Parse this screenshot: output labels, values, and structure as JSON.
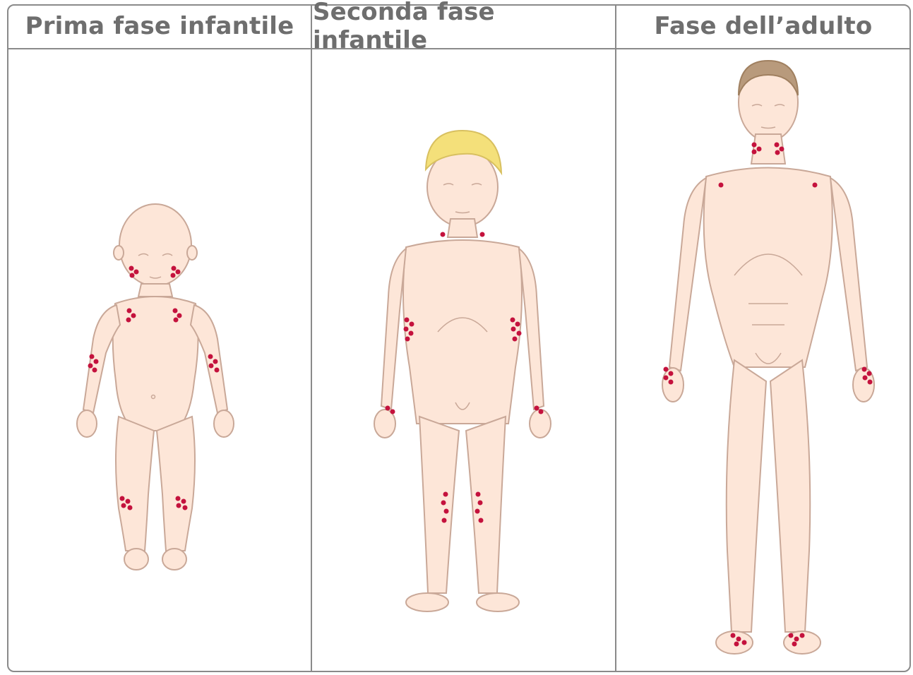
{
  "columns": [
    {
      "title": "Prima fase infantile",
      "figure": "infant-figure"
    },
    {
      "title": "Seconda fase infantile",
      "figure": "child-figure"
    },
    {
      "title": "Fase dell’adulto",
      "figure": "adult-figure"
    }
  ],
  "colors": {
    "skin": "#fde6d8",
    "outline": "#c9a898",
    "lesion": "#c4123d",
    "child_hair": "#f4e07a",
    "adult_hair": "#b89a7c",
    "border": "#8a8a8a",
    "header_text": "#6e6e6e"
  }
}
